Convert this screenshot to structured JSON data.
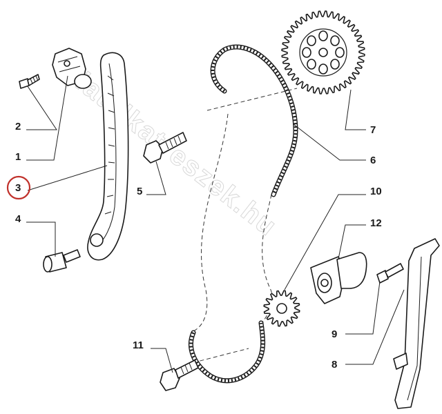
{
  "watermark": "fiatalkatreszek.hu",
  "callouts": [
    {
      "id": "2",
      "label": "2"
    },
    {
      "id": "1",
      "label": "1"
    },
    {
      "id": "3",
      "label": "3",
      "highlighted": true
    },
    {
      "id": "4",
      "label": "4"
    },
    {
      "id": "5",
      "label": "5"
    },
    {
      "id": "6",
      "label": "6"
    },
    {
      "id": "7",
      "label": "7"
    },
    {
      "id": "10",
      "label": "10"
    },
    {
      "id": "12",
      "label": "12"
    },
    {
      "id": "9",
      "label": "9"
    },
    {
      "id": "8",
      "label": "8"
    },
    {
      "id": "11",
      "label": "11"
    }
  ],
  "colors": {
    "highlight_ring": "#c0302a",
    "line": "#1a1a1a",
    "watermark": "#d8d8d8"
  }
}
